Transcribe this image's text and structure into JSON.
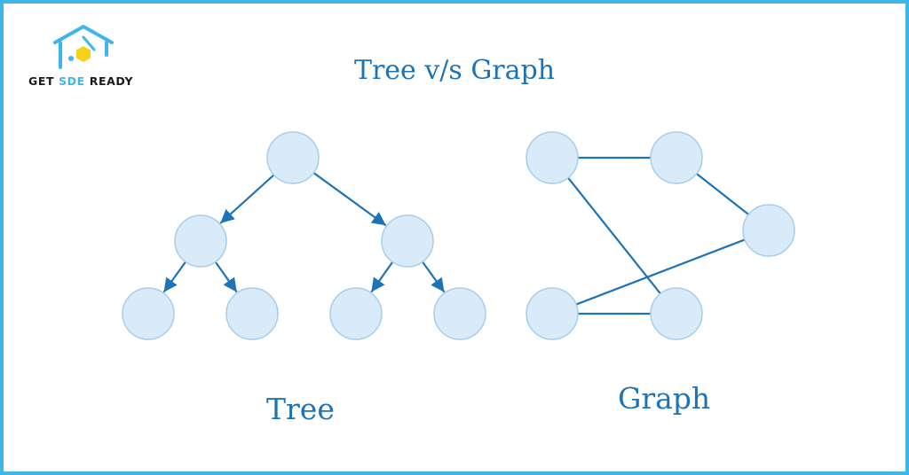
{
  "brand": {
    "logo_icon": "graduation-cap-house-icon",
    "name_part1": "GET ",
    "name_part2": "SDE",
    "name_part3": " READY",
    "accent_color": "#3fb6ea",
    "hex_color": "#f6d21d"
  },
  "title": "Tree v/s Graph",
  "tree": {
    "caption": "Tree",
    "nodes": [
      "root",
      "l",
      "r",
      "ll",
      "lr",
      "rl",
      "rr"
    ],
    "edges": [
      [
        "root",
        "l"
      ],
      [
        "root",
        "r"
      ],
      [
        "l",
        "ll"
      ],
      [
        "l",
        "lr"
      ],
      [
        "r",
        "rl"
      ],
      [
        "r",
        "rr"
      ]
    ],
    "directed": true
  },
  "graph": {
    "caption": "Graph",
    "nodes": [
      "a",
      "b",
      "c",
      "d",
      "e"
    ],
    "edges": [
      [
        "a",
        "b"
      ],
      [
        "b",
        "c"
      ],
      [
        "c",
        "d"
      ],
      [
        "d",
        "e"
      ],
      [
        "e",
        "a"
      ]
    ],
    "directed": false
  },
  "colors": {
    "node_fill": "#d9ebf9",
    "node_stroke": "#a7cdea",
    "edge": "#1d73b6",
    "text": "#1d73b6",
    "border": "#3fb6ea"
  }
}
